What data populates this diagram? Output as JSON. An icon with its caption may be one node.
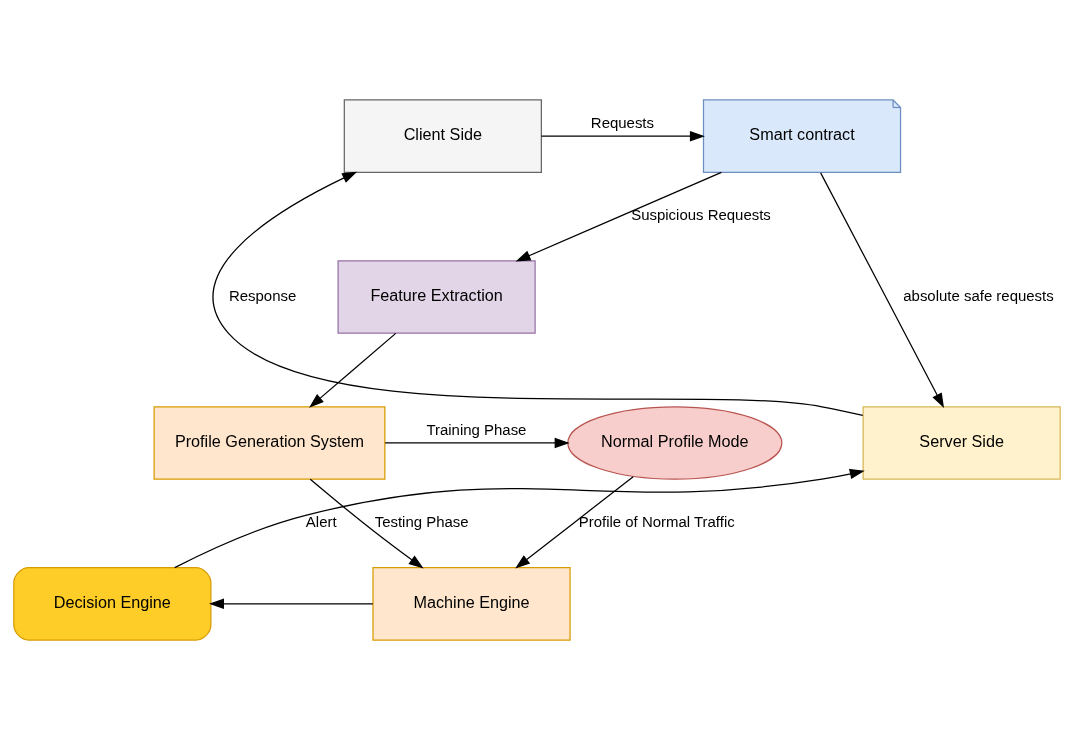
{
  "diagram": {
    "nodes": [
      {
        "text": [
          "Client Side"
        ]
      },
      {
        "text": [
          "Smart contract"
        ]
      },
      {
        "text": [
          "Feature Extraction"
        ]
      },
      {
        "text": [
          "Profile Generation System"
        ]
      },
      {
        "text": [
          "Normal Profile Mode"
        ]
      },
      {
        "text": [
          "Server Side"
        ]
      },
      {
        "text": [
          "Machine Engine"
        ]
      },
      {
        "text": [
          "Decision Engine"
        ]
      }
    ],
    "edges": [
      {
        "from": 0,
        "to": 1,
        "arrow": "to",
        "label": "Requests"
      },
      {
        "from": 1,
        "to": 2,
        "arrow": "to",
        "label": "Suspicious Requests"
      },
      {
        "from": 1,
        "to": 5,
        "arrow": "to",
        "label": "absolute safe requests"
      },
      {
        "from": 2,
        "to": 3,
        "arrow": "to"
      },
      {
        "from": 3,
        "to": 4,
        "arrow": "to",
        "label": "Training Phase"
      },
      {
        "from": 3,
        "to": 6,
        "arrow": "to",
        "label": "Testing Phase"
      },
      {
        "from": 4,
        "to": 6,
        "arrow": "to",
        "label": "Profile of Normal Traffic"
      },
      {
        "from": 6,
        "to": 7,
        "arrow": "to"
      },
      {
        "from": 7,
        "to": 5,
        "arrow": "to",
        "label": "Alert"
      },
      {
        "from": 5,
        "to": 0,
        "arrow": "to",
        "label": "Response"
      }
    ]
  }
}
